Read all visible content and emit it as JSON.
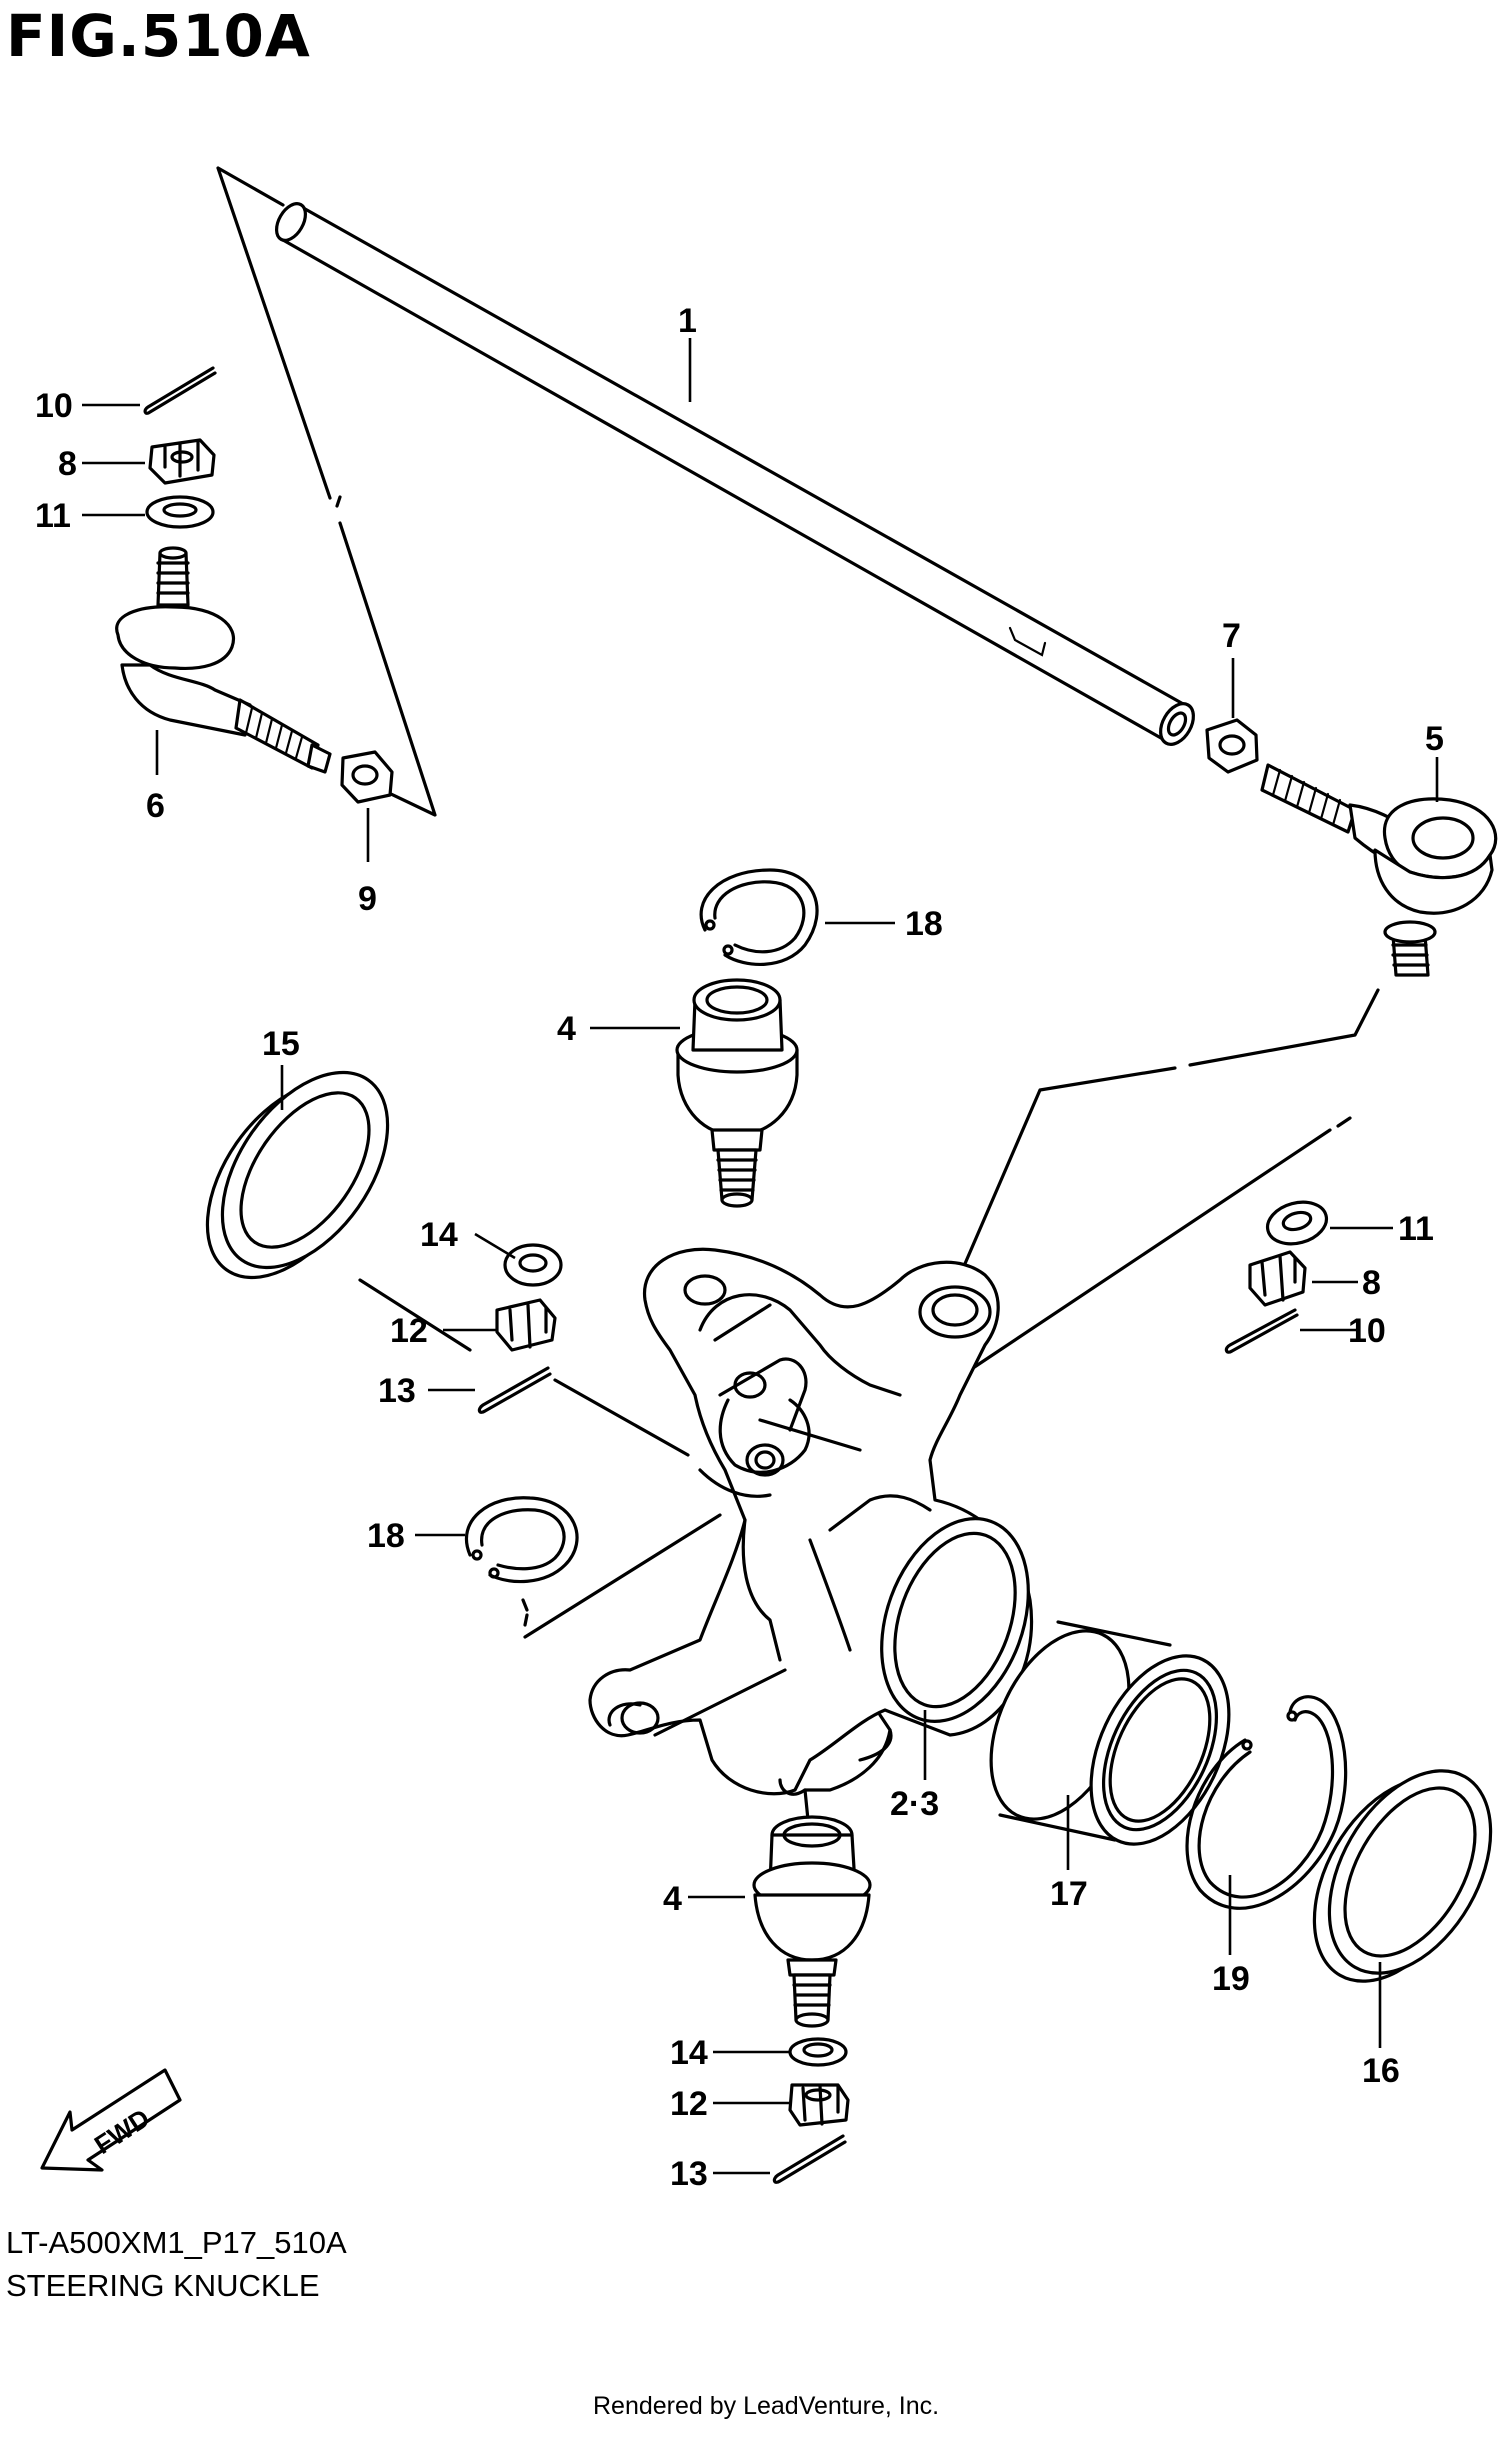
{
  "figure": {
    "title": "FIG.510A",
    "model_code": "LT-A500XM1_P17_510A",
    "caption": "STEERING KNUCKLE",
    "credit": "Rendered by LeadVenture, Inc.",
    "fwd_label": "FWD"
  },
  "callouts": {
    "tie_rod": "1",
    "knuckle": "2·3",
    "ball_joint_upper": "4",
    "ball_joint_lower": "4",
    "tie_rod_end_right": "5",
    "tie_rod_end_left": "6",
    "nut_7": "7",
    "castle_nut_left": "8",
    "castle_nut_right": "8",
    "nut_9": "9",
    "cotter_pin_left": "10",
    "cotter_pin_right": "10",
    "washer_left": "11",
    "washer_right": "11",
    "castle_nut_upper": "12",
    "castle_nut_lower": "12",
    "cotter_pin_upper": "13",
    "cotter_pin_lower": "13",
    "washer_upper": "14",
    "washer_lower": "14",
    "oil_seal_left": "15",
    "oil_seal_right": "16",
    "bearing": "17",
    "circlip_upper": "18",
    "circlip_middle": "18",
    "circlip_bearing": "19"
  }
}
